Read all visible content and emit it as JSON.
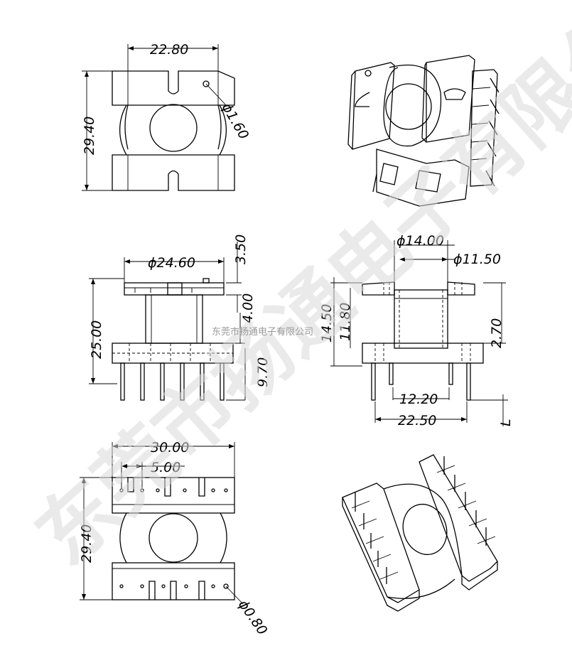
{
  "watermark": {
    "big": "东莞市扬通电子有限公司",
    "small": "东莞市扬通电子有限公司"
  },
  "top_view": {
    "width_dim": "22.80",
    "height_dim": "29.40",
    "hole_dim": "ϕ1.60"
  },
  "front_view": {
    "flange_dim": "ϕ24.60",
    "top_dim": "3.50",
    "height_dim": "25.00",
    "core_dim": "4.00",
    "pin_dim": "9.70"
  },
  "side_view": {
    "outer_dim": "ϕ14.00",
    "inner_dim": "ϕ11.50",
    "h1_dim": "14.50",
    "h2_dim": "11.80",
    "pitch_dim": "2.70",
    "row_dim": "12.20",
    "span_dim": "22.50",
    "pin_len": "L"
  },
  "bottom_view": {
    "width_dim": "30.00",
    "pitch_dim": "5.00",
    "height_dim": "29.40",
    "pin_dia": "ϕ0.80"
  }
}
